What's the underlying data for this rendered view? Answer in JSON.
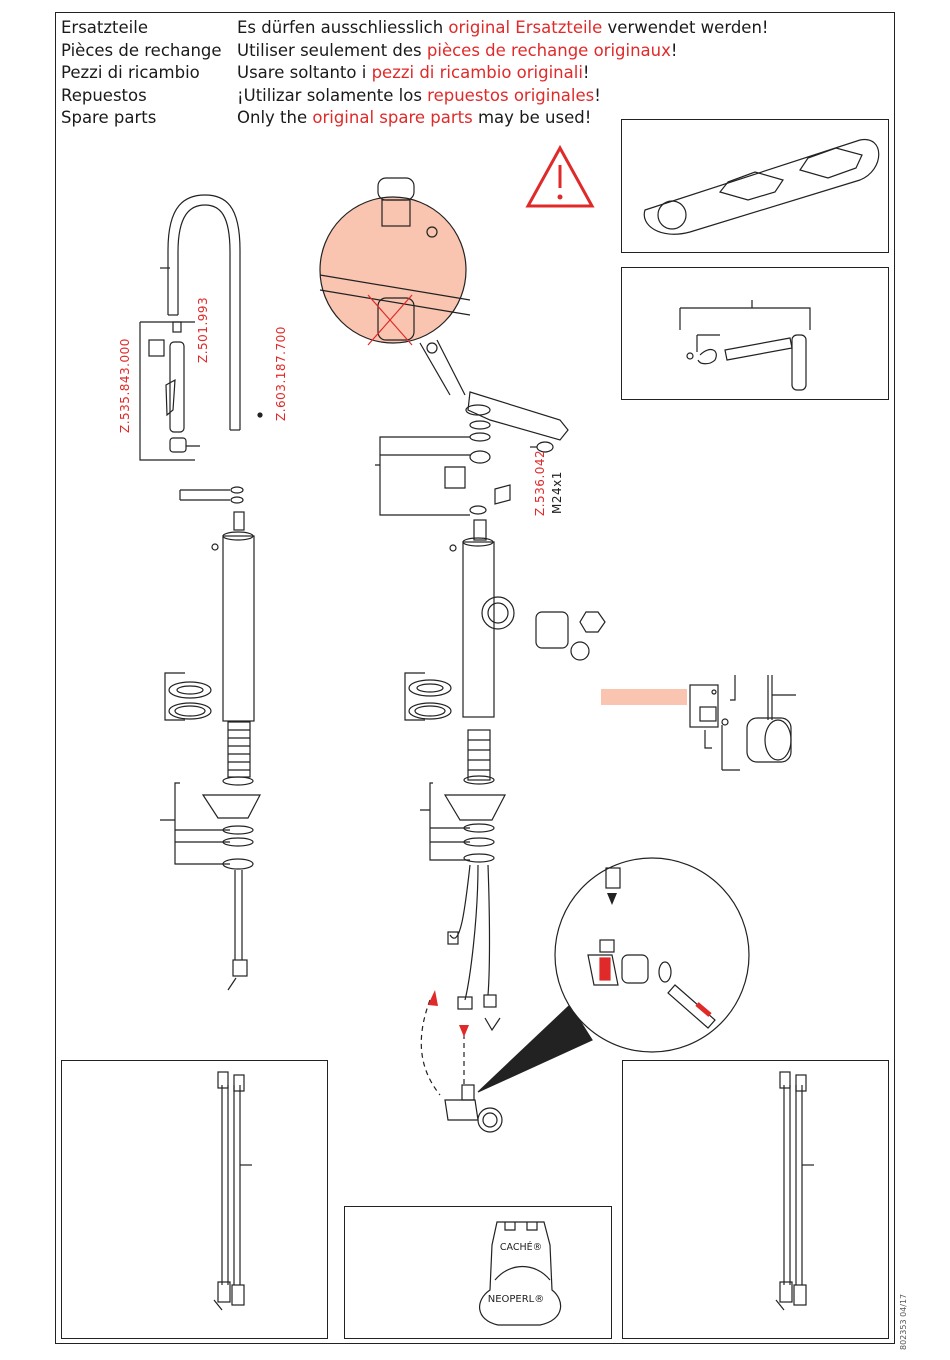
{
  "header": {
    "left": [
      "Ersatzteile",
      "Pièces de rechange",
      "Pezzi di ricambio",
      "Repuestos",
      "Spare parts"
    ],
    "right": [
      {
        "before": "Es dürfen ausschliesslich ",
        "highlight": "original Ersatzteile",
        "after": " verwendet werden!"
      },
      {
        "before": "Utiliser seulement des ",
        "highlight": "pièces de rechange originaux",
        "after": "!"
      },
      {
        "before": "Usare soltanto i ",
        "highlight": "pezzi di ricambio originali",
        "after": "!"
      },
      {
        "before": "¡Utilizar solamente los ",
        "highlight": "repuestos originales",
        "after": "!"
      },
      {
        "before": "Only the ",
        "highlight": "original spare parts",
        "after": " may be used!"
      }
    ]
  },
  "part_numbers": {
    "hose_set": "Z.535.843.000",
    "screw": "Z.501.993",
    "pin": "Z.603.187.700",
    "aerator": "Z.536.042",
    "thread": "M24x1"
  },
  "aerator_key": {
    "top_label": "CACHÉ®",
    "bottom_label": "NEOPERL®"
  },
  "doc_code": "802353 04/17",
  "colors": {
    "accent_red": "#e02a2a",
    "salmon_fill": "#f9c5b1",
    "line": "#222222"
  }
}
